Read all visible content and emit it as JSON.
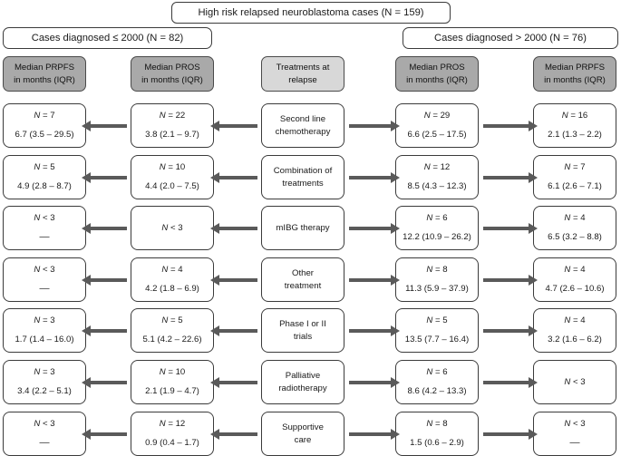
{
  "figure": {
    "type": "flow-diagram",
    "title_box": {
      "text": "High risk relapsed neuroblastoma cases (N = 159)",
      "n": 159
    },
    "strata": [
      {
        "id": "early",
        "text": "Cases diagnosed ≤ 2000 (N = 82)",
        "n": 82
      },
      {
        "id": "late",
        "text": "Cases diagnosed > 2000 (N = 76)",
        "n": 76
      }
    ],
    "column_headers": [
      {
        "id": "prpfs-early",
        "line1": "Median PRPFS",
        "line2": "in months (IQR)",
        "shade": "dark"
      },
      {
        "id": "pros-early",
        "line1": "Median PROS",
        "line2": "in months (IQR)",
        "shade": "dark"
      },
      {
        "id": "treatment",
        "line1": "Treatments at",
        "line2": "relapse",
        "shade": "light"
      },
      {
        "id": "pros-late",
        "line1": "Median PROS",
        "line2": "in months (IQR)",
        "shade": "dark"
      },
      {
        "id": "prpfs-late",
        "line1": "Median PRPFS",
        "line2": "in months (IQR)",
        "shade": "dark"
      }
    ],
    "colors": {
      "header_dark": "#a9a9a9",
      "header_light": "#d8d8d8",
      "box_border": "#3b3b3b",
      "arrow": "#5a5a5a",
      "background": "#ffffff",
      "text": "#1a1a1a"
    },
    "rows": [
      {
        "treatment_line1": "Second line",
        "treatment_line2": "chemotherapy",
        "prpfs_early_n": "N = 7",
        "prpfs_early_val": "6.7 (3.5 – 29.5)",
        "pros_early_n": "N = 22",
        "pros_early_val": "3.8 (2.1 – 9.7)",
        "pros_late_n": "N = 29",
        "pros_late_val": "6.6 (2.5 – 17.5)",
        "prpfs_late_n": "N = 16",
        "prpfs_late_val": "2.1 (1.3 – 2.2)"
      },
      {
        "treatment_line1": "Combination of",
        "treatment_line2": "treatments",
        "prpfs_early_n": "N = 5",
        "prpfs_early_val": "4.9 (2.8 – 8.7)",
        "pros_early_n": "N = 10",
        "pros_early_val": "4.4 (2.0 – 7.5)",
        "pros_late_n": "N = 12",
        "pros_late_val": "8.5 (4.3 – 12.3)",
        "prpfs_late_n": "N = 7",
        "prpfs_late_val": "6.1 (2.6 – 7.1)"
      },
      {
        "treatment_line1": "mIBG therapy",
        "treatment_line2": "",
        "prpfs_early_n": "N < 3",
        "prpfs_early_val": "––",
        "pros_early_n": "N < 3",
        "pros_early_val": "",
        "pros_late_n": "N = 6",
        "pros_late_val": "12.2 (10.9 – 26.2)",
        "prpfs_late_n": "N = 4",
        "prpfs_late_val": "6.5 (3.2 – 8.8)"
      },
      {
        "treatment_line1": "Other",
        "treatment_line2": "treatment",
        "prpfs_early_n": "N < 3",
        "prpfs_early_val": "––",
        "pros_early_n": "N = 4",
        "pros_early_val": "4.2 (1.8 – 6.9)",
        "pros_late_n": "N = 8",
        "pros_late_val": "11.3 (5.9 – 37.9)",
        "prpfs_late_n": "N = 4",
        "prpfs_late_val": "4.7 (2.6 – 10.6)"
      },
      {
        "treatment_line1": "Phase I or II",
        "treatment_line2": "trials",
        "prpfs_early_n": "N = 3",
        "prpfs_early_val": "1.7 (1.4 – 16.0)",
        "pros_early_n": "N = 5",
        "pros_early_val": "5.1 (4.2 – 22.6)",
        "pros_late_n": "N = 5",
        "pros_late_val": "13.5 (7.7 – 16.4)",
        "prpfs_late_n": "N = 4",
        "prpfs_late_val": "3.2 (1.6 – 6.2)"
      },
      {
        "treatment_line1": "Palliative",
        "treatment_line2": "radiotherapy",
        "prpfs_early_n": "N = 3",
        "prpfs_early_val": "3.4 (2.2 – 5.1)",
        "pros_early_n": "N = 10",
        "pros_early_val": "2.1 (1.9 – 4.7)",
        "pros_late_n": "N = 6",
        "pros_late_val": "8.6 (4.2 – 13.3)",
        "prpfs_late_n": "N < 3",
        "prpfs_late_val": ""
      },
      {
        "treatment_line1": "Supportive",
        "treatment_line2": "care",
        "prpfs_early_n": "N < 3",
        "prpfs_early_val": "––",
        "pros_early_n": "N = 12",
        "pros_early_val": "0.9 (0.4 – 1.7)",
        "pros_late_n": "N = 8",
        "pros_late_val": "1.5 (0.6 – 2.9)",
        "prpfs_late_n": "N < 3",
        "prpfs_late_val": "––"
      }
    ]
  }
}
